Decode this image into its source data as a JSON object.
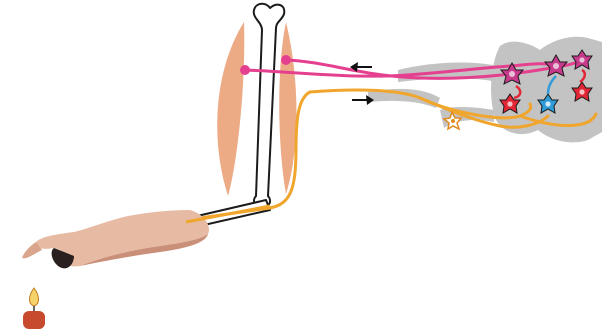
{
  "diagram": {
    "labels": [],
    "elements": {
      "muscle": "flexor-muscle",
      "bone": "arm-bones",
      "efferent": "motor-neuron-pathway",
      "afferent": "sensory-neuron-pathway",
      "cord": "spinal-cord-section",
      "arm": "forearm-and-hand",
      "stimulus": "candle-flame"
    },
    "arrows": {
      "outgoing": "left-arrow",
      "incoming": "right-arrow"
    }
  },
  "colors": {
    "background": "#ffffff",
    "muscle": "#ecaa85",
    "motor_pathway": "#e5408f",
    "sensory_pathway": "#f0a52c",
    "spinal_cord": "#c3c3c3",
    "motor_neuron": "#c83a8c",
    "interneuron": "#2f9bd8",
    "inhibitory_neuron": "#e32636",
    "skin": "#e7bba3",
    "candle": "#c74a2f"
  }
}
